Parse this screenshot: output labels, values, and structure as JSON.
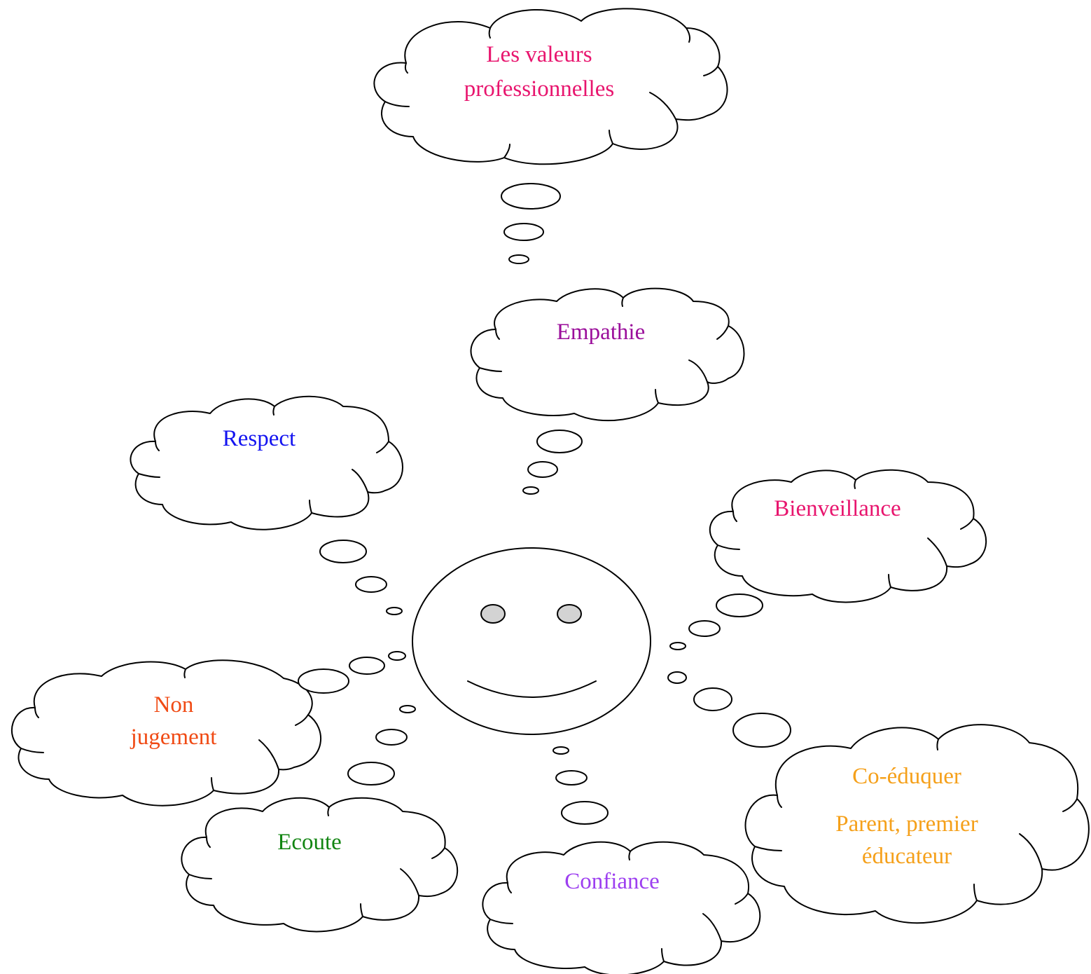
{
  "diagram": {
    "clouds": {
      "valeurs": {
        "lines": [
          "Les valeurs",
          "professionnelles"
        ],
        "color": "#e8156e"
      },
      "empathie": {
        "lines": [
          "Empathie"
        ],
        "color": "#9b0f9b"
      },
      "respect": {
        "lines": [
          "Respect"
        ],
        "color": "#1414f0"
      },
      "bienveillance": {
        "lines": [
          "Bienveillance"
        ],
        "color": "#e8156e"
      },
      "non_jugement": {
        "lines": [
          "Non",
          "jugement"
        ],
        "color": "#f04a14"
      },
      "ecoute": {
        "lines": [
          "Ecoute"
        ],
        "color": "#128512"
      },
      "confiance": {
        "lines": [
          "Confiance"
        ],
        "color": "#9d3ff0"
      },
      "coeduquer": {
        "lines": [
          "Co-éduquer",
          "Parent, premier",
          "éducateur"
        ],
        "color": "#f5a01a"
      }
    }
  }
}
